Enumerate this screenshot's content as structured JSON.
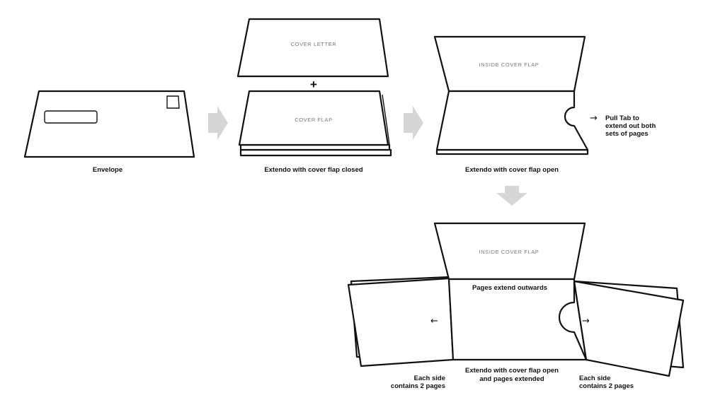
{
  "stage_envelope": {
    "caption": "Envelope"
  },
  "stage_closed": {
    "cover_letter_label": "COVER LETTER",
    "plus_sign": "+",
    "cover_flap_label": "COVER FLAP",
    "caption": "Extendo with cover flap closed"
  },
  "stage_open": {
    "inside_flap_label": "INSIDE COVER FLAP",
    "pull_tab_note": [
      "Pull Tab to",
      "extend out both",
      "sets of pages"
    ],
    "caption": "Extendo with cover flap open"
  },
  "stage_extended": {
    "inside_flap_label": "INSIDE COVER FLAP",
    "pages_extend_label": "Pages extend outwards",
    "caption_lines": [
      "Extendo with cover flap open",
      "and pages extended"
    ],
    "left_note_lines": [
      "Each side",
      "contains 2 pages"
    ],
    "right_note_lines": [
      "Each side",
      "contains 2 pages"
    ]
  },
  "icons": {
    "flow_arrow": "flow-arrow-icon",
    "left_arrow_glyph": "←",
    "right_arrow_glyph": "→"
  }
}
